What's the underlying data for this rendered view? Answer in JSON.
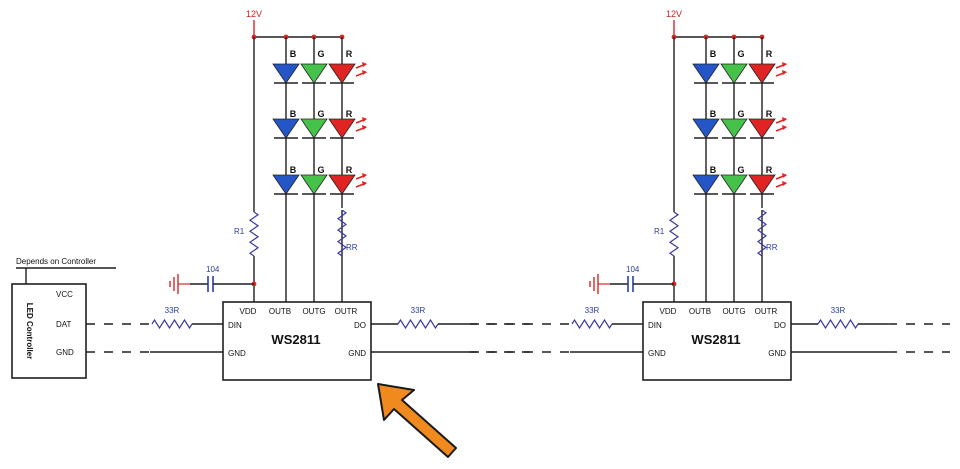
{
  "colors": {
    "blue_led": "#2456c8",
    "green_led": "#46c24a",
    "red_led": "#e02424",
    "supply_red": "#d62828",
    "arrow_orange": "#f08a1e",
    "wire": "#1f1f1f",
    "component_blue": "#2a3fa0"
  },
  "controller": {
    "title": "LED Controller",
    "note": "Depends on Controller",
    "pins": [
      "VCC",
      "DAT",
      "GND"
    ]
  },
  "stages": [
    {
      "supply": "12V",
      "columns": [
        "B",
        "G",
        "R"
      ],
      "r1": "R1",
      "rr": "RR",
      "cap": "104",
      "r_in": "33R",
      "r_out": "33R",
      "chip": {
        "name": "WS2811",
        "top_pins": [
          "VDD",
          "OUTB",
          "OUTG",
          "OUTR"
        ],
        "left_pins": [
          "DIN",
          "GND"
        ],
        "right_pins": [
          "DO",
          "GND"
        ]
      }
    },
    {
      "supply": "12V",
      "columns": [
        "B",
        "G",
        "R"
      ],
      "r1": "R1",
      "rr": "RR",
      "cap": "104",
      "r_in": "33R",
      "r_out": "33R",
      "chip": {
        "name": "WS2811",
        "top_pins": [
          "VDD",
          "OUTB",
          "OUTG",
          "OUTR"
        ],
        "left_pins": [
          "DIN",
          "GND"
        ],
        "right_pins": [
          "DO",
          "GND"
        ]
      }
    }
  ],
  "icons": [
    "ground-icon",
    "arrow-icon"
  ]
}
